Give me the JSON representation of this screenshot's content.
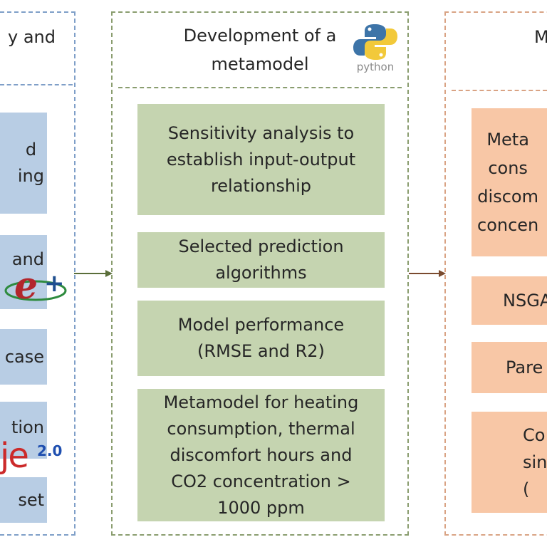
{
  "colors": {
    "blue_frame": "#7f9fc8",
    "green_frame": "#8a9d6f",
    "orange_frame": "#d9a384",
    "green_box": "#c5d4b0",
    "blue_box": "#b8cde4",
    "orange_box": "#f8c7a6",
    "arrow_green": "#5a6e3a",
    "arrow_brown": "#7a4a2e"
  },
  "left_column": {
    "header": "y  and",
    "boxes": [
      {
        "label": "d\ning"
      },
      {
        "label": "and"
      },
      {
        "label": "case"
      },
      {
        "label": "tion"
      },
      {
        "label": "set"
      }
    ],
    "logos": [
      {
        "icon": "energyplus-logo",
        "text": "e",
        "suffix": "+"
      },
      {
        "icon": "jeplus-logo",
        "text": "je",
        "suffix": "2.0"
      }
    ]
  },
  "middle_column": {
    "header_line1": "Development of a",
    "header_line2": "metamodel",
    "logo": {
      "icon": "python-logo",
      "text": "python"
    },
    "boxes": [
      {
        "label": "Sensitivity analysis to\nestablish input-output\nrelationship"
      },
      {
        "label": "Selected prediction\nalgorithms"
      },
      {
        "label": "Model performance\n(RMSE and R2)"
      },
      {
        "label": "Metamodel for heating\nconsumption, thermal\ndiscomfort hours and\nCO2 concentration >\n1000 ppm"
      }
    ]
  },
  "right_column": {
    "header": "M",
    "boxes": [
      {
        "label": "Meta\ncons\ndiscom\nconcen"
      },
      {
        "label": "NSGA"
      },
      {
        "label": "Pare"
      },
      {
        "label": "Co\nsin\n("
      }
    ]
  }
}
